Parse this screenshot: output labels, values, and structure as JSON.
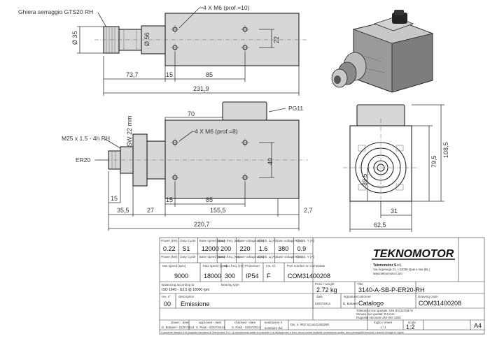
{
  "labels": {
    "collet_nut": "Ghiera serraggio GTS20 RH",
    "holes_top": "4 X M6 (prof.=10)",
    "holes_bottom": "4 X M6 (prof.=8)",
    "thread": "M25 x 1.5 - 4h RH",
    "collet": "ER20",
    "connector": "PG11",
    "wrench": "SW  22 mm"
  },
  "dims": {
    "top_d35": "Ø 35",
    "top_d56": "Ø 56",
    "top_22": "22",
    "top_73_7": "73,7",
    "top_15": "15",
    "top_85": "85",
    "top_231_9": "231,9",
    "bot_70": "70",
    "bot_40": "40",
    "bot_15a": "15",
    "bot_15b": "15",
    "bot_85": "85",
    "bot_35_5": "35,5",
    "bot_27": "27",
    "bot_155_5": "155,5",
    "bot_2_7": "2,7",
    "bot_220_7": "220,7",
    "side_108_5": "108,5",
    "side_79_5": "79,5",
    "side_39_5": "39,5",
    "side_31": "31",
    "side_62_5": "62,5"
  },
  "title_block": {
    "row1_headers": [
      "Power [kW]",
      "Duty Cycle",
      "Base speed [rpm]",
      "Base freq. [Hz]",
      "Base voltage Δ [V]",
      "Absorb. Δ [A]",
      "Base voltage Y [V]",
      "Absorb. Y [A]"
    ],
    "row1_values": [
      "0.22",
      "S1",
      "12000",
      "200",
      "220",
      "1.6",
      "380",
      "0.9"
    ],
    "row2_headers": [
      "Power [kW]",
      "Duty Cycle",
      "Base speed [rpm]",
      "Base freq. [Hz]",
      "Base voltage Δ [V]",
      "Absorb. Δ [A]",
      "Base voltage Y [V]",
      "Absorb. Y [A]"
    ],
    "row3_headers": [
      "Min speed [rpm]",
      "Max speed [rpm]",
      "Max freq. [Hz]",
      "Protection",
      "Ins. Cl.",
      "Part number on nameplate"
    ],
    "row3_values": [
      "9000",
      "18000",
      "300",
      "IP54",
      "F",
      "COM31400208"
    ],
    "balancing_label": "Balancing according to",
    "balancing_value": "ISO 1940 - G2,5 @ 18000 rpm",
    "bearing_type": "Bearing type",
    "weight_label": "Peso / weight",
    "weight_value": "2.72 kg",
    "title_label": "Title",
    "title_value": "3140-A-SB-P-ER20-RH",
    "rev_label": "rev. n°",
    "rev_value": "00",
    "desc_label": "description",
    "desc_value": "Emissione",
    "date_label": "date",
    "date_value": "02/07/2014",
    "sig_label": "signature",
    "sig_value": "D. Bottarel",
    "customer_label": "Customer",
    "customer_value": "Catalogo",
    "drawing_code_label": "Drawing code",
    "drawing_code_value": "COM31400208",
    "tolerances": [
      "Tolleranze non quotate: UNI EN 22768 fH",
      "Smussi non quotati: 0.5 mm",
      "Rugosità secondo UNI ISO 1302"
    ],
    "drawn_label": "drawn - date",
    "drawn_value": "D. Bottarel - 02/07/2014",
    "approved_label": "approved - date",
    "approved_value": "S. Pasti - 02/07/2014",
    "checked_label": "checked - date",
    "checked_value": "S. Pasti - 02/07/2014",
    "replaces_label": "sostituisce il",
    "replaces_value": "Dis. n. Φ02 SCom31400280",
    "replaced_label": "sostituito dal",
    "sheet_label": "foglio / sheet",
    "sheet_value": "1 / 1",
    "scale_label": "scala",
    "scale_value": "1:2",
    "format_value": "A4",
    "company_logo": "TEKNOMOTOR",
    "company_name": "Teknomotor S.r.l.",
    "company_address": "Via Argenega 31, I-32038 Quero Vas (BL)",
    "company_web": "www.teknomotor.com",
    "footer": "Il presente disegno è di proprietà esclusiva di Teknomotor S.r.l. La riproduzione totale e/o parziale e la divulgazione a terzi, senza nostra esplicita concessione scritta, sono perseguibili secondo i termini di legge in vigore"
  }
}
